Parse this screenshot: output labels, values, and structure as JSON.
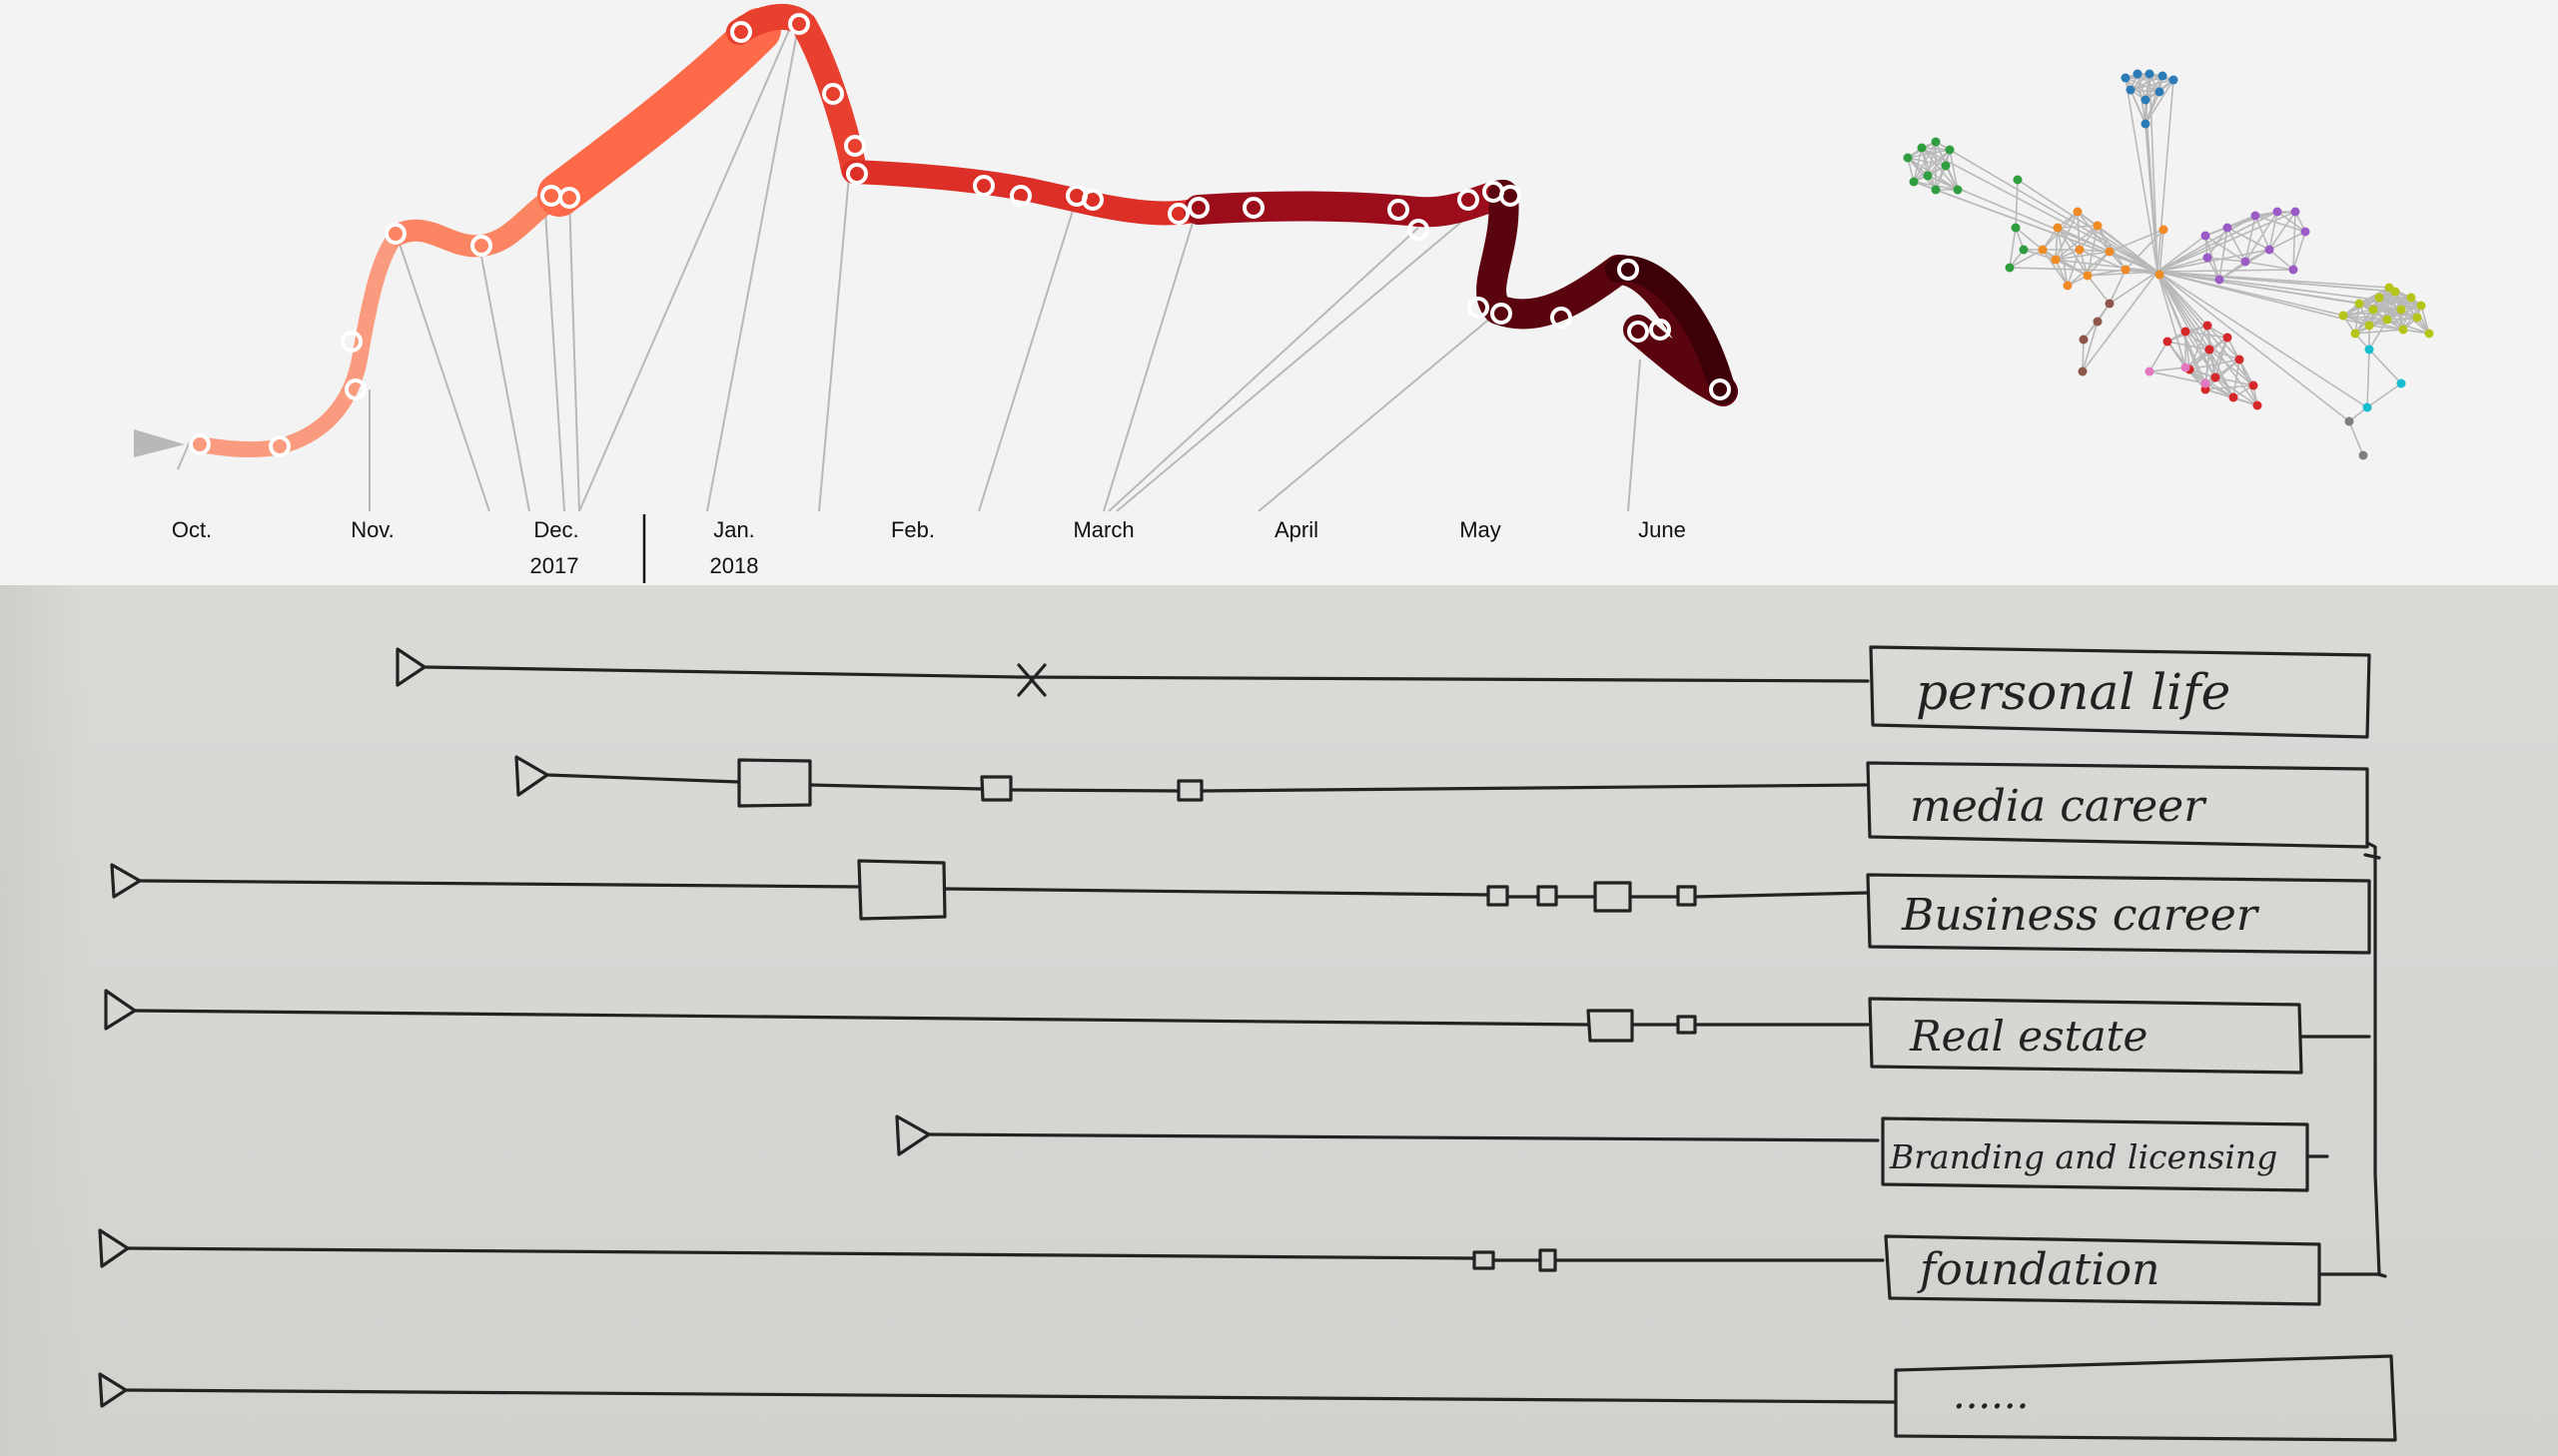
{
  "timeline": {
    "months": [
      "Oct.",
      "Nov.",
      "Dec.",
      "Jan.",
      "Feb.",
      "March",
      "April",
      "May",
      "June"
    ],
    "years": [
      "2017",
      "2018"
    ]
  },
  "network": {
    "groups": [
      {
        "color": "#2e9e3e"
      },
      {
        "color": "#2b7bb9"
      },
      {
        "color": "#f08a24"
      },
      {
        "color": "#9a5bc6"
      },
      {
        "color": "#d62728"
      },
      {
        "color": "#b5c418"
      },
      {
        "color": "#8c564b"
      },
      {
        "color": "#e377c2"
      },
      {
        "color": "#17becf"
      },
      {
        "color": "#7f7f7f"
      }
    ]
  },
  "sketch": {
    "categories": [
      {
        "label": "personal life"
      },
      {
        "label": "media career"
      },
      {
        "label": "Business career"
      },
      {
        "label": "Real estate"
      },
      {
        "label": "Branding and licensing"
      },
      {
        "label": "foundation"
      },
      {
        "label": "......"
      }
    ]
  },
  "colors": {
    "stream_start": "#fc9a7e",
    "stream_mid": "#e8352a",
    "stream_end": "#3a0008",
    "leader_lines": "#b5b5b5",
    "ink": "#222222"
  }
}
